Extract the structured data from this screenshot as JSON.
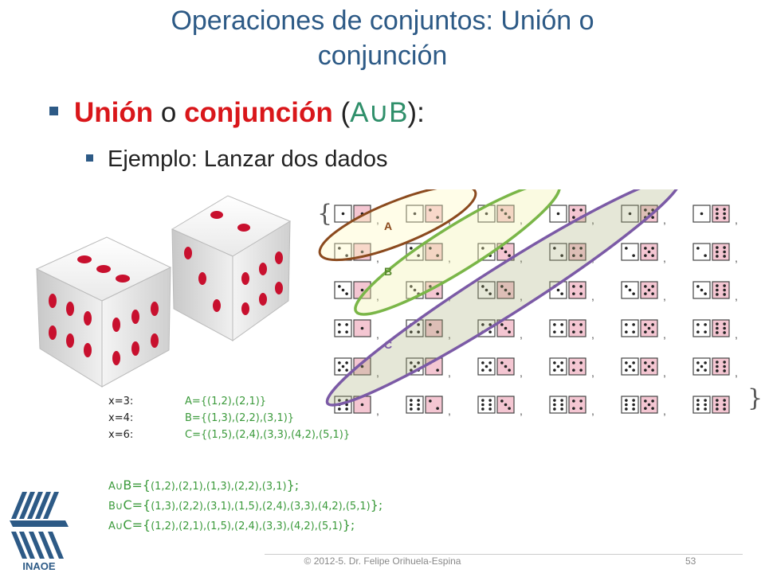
{
  "slide": {
    "title_line1": "Operaciones de conjuntos: Unión o",
    "title_line2": "conjunción",
    "bullet1": {
      "word1": "Unión",
      "connector": " o ",
      "word2": "conjunción",
      "open": " (",
      "symbol": "A∪B",
      "close": "):"
    },
    "bullet2": "Ejemplo: Lanzar dos dados",
    "ellipse_labels": {
      "a": "A",
      "b": "B",
      "c": "C"
    },
    "definitions": [
      {
        "key": "x=3:",
        "value": "A={(1,2),(2,1)}"
      },
      {
        "key": "x=4:",
        "value": "B={(1,3),(2,2),(3,1)}"
      },
      {
        "key": "x=6:",
        "value": "C={(1,5),(2,4),(3,3),(4,2),(5,1)}"
      }
    ],
    "unions": [
      {
        "lhs": "A∪",
        "rhs_letter": "B={",
        "body": "(1,2),(2,1),(1,3),(2,2),(3,1)",
        "end": "};"
      },
      {
        "lhs": "B∪",
        "rhs_letter": "C={",
        "body": "(1,3),(2,2),(3,1),(1,5),(2,4),(3,3),(4,2),(5,1)",
        "end": "};"
      },
      {
        "lhs": "A∪",
        "rhs_letter": "C={",
        "body": "(1,2),(2,1),(1,5),(2,4),(3,3),(4,2),(5,1)",
        "end": "};"
      }
    ],
    "footer": "© 2012-5. Dr. Felipe Orihuela-Espina",
    "page_number": "53",
    "logo_text": "INAOE"
  },
  "colors": {
    "title": "#2d5a86",
    "accent_red": "#d9161a",
    "set_green": "#3b9a3b",
    "ellipse_a": "#8b4a1e",
    "ellipse_b": "#7ab648",
    "ellipse_c": "#7b5aa6"
  }
}
